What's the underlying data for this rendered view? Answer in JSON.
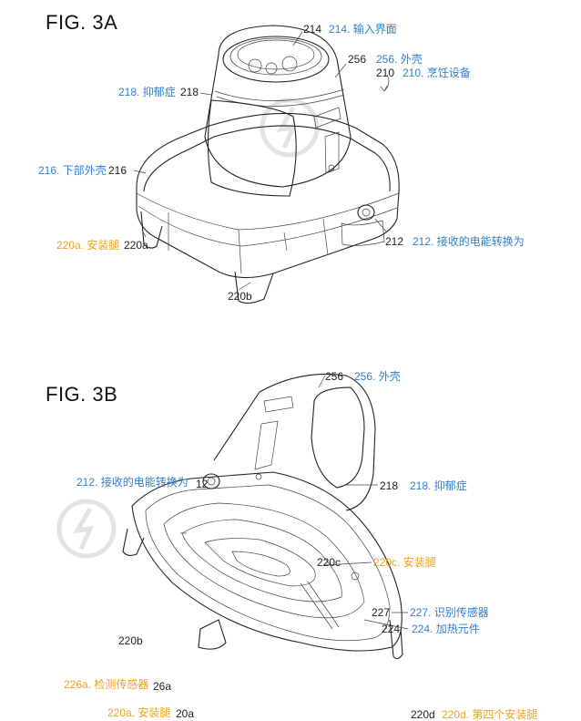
{
  "figures": [
    {
      "title": "FIG. 3A",
      "labels": {
        "l214_num": "214",
        "l214_text": "214. 输入界面",
        "l256_num": "256",
        "l256_text": "256. 外壳",
        "l210_num": "210",
        "l210_text": "210. 烹饪设备",
        "l218_text": "218. 抑郁症",
        "l218_num": "218",
        "l216_text": "216. 下部外壳",
        "l216_num": "216",
        "l220a_text": "220a. 安装腿",
        "l220a_num": "220a",
        "l212_num": "212",
        "l212_text": "212. 接收的电能转换为",
        "l220b_num": "220b"
      }
    },
    {
      "title": "FIG. 3B",
      "labels": {
        "l256_num": "256",
        "l256_text": "256. 外壳",
        "l212_text": "212. 接收的电能转换为",
        "l212_num": "12",
        "l218_num": "218",
        "l218_text": "218. 抑郁症",
        "l220c_num": "220c",
        "l220c_text": "220c. 安装腿",
        "l227_num": "227",
        "l227_text": "227. 识别传感器",
        "l224_num": "224",
        "l224_text": "224. 加热元件",
        "l220b_num": "220b",
        "l226a_text": "226a. 检测传感器",
        "l226a_num": "26a",
        "l220a_text": "220a. 安装腿",
        "l220a_num": "20a",
        "l220d_num": "220d",
        "l220d_text": "220d. 第四个安装腿"
      }
    }
  ],
  "colors": {
    "blue": "#2f7fcf",
    "orange": "#eea21e"
  }
}
